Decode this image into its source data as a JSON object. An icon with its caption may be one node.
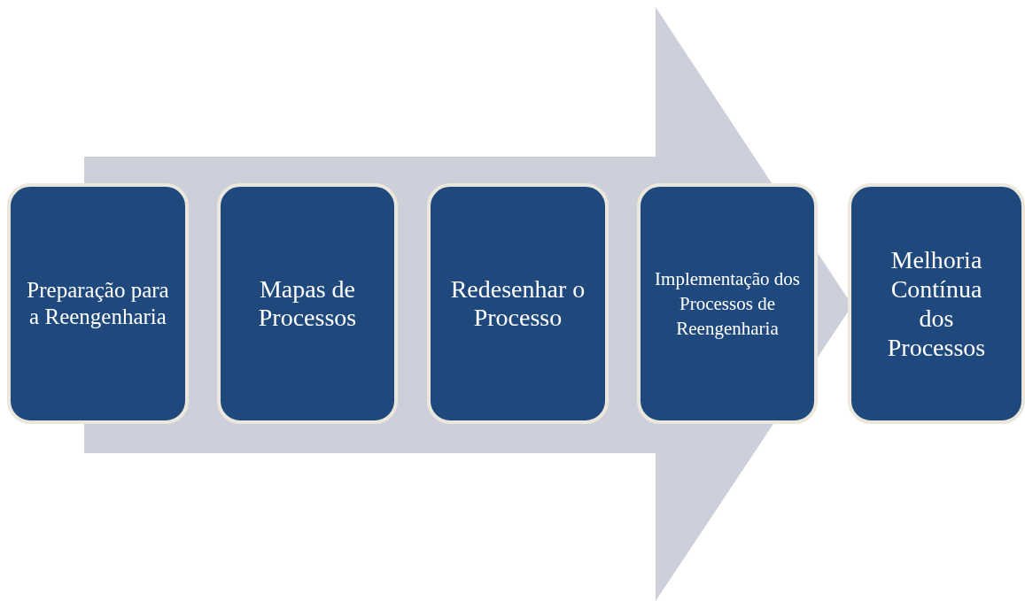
{
  "diagram": {
    "nodes": [
      {
        "text": [
          "Preparação para a Reengenharia"
        ]
      },
      {
        "text": [
          "Mapas de Processos"
        ]
      },
      {
        "text": [
          "Redesenhar o Processo"
        ]
      },
      {
        "text": [
          "Implementação dos Processos de Reengenharia"
        ]
      },
      {
        "text": [
          "Melhoria Contínua dos Processos"
        ]
      }
    ],
    "edges": [
      {
        "from": 0,
        "to": 4,
        "arrow": "to"
      }
    ]
  }
}
